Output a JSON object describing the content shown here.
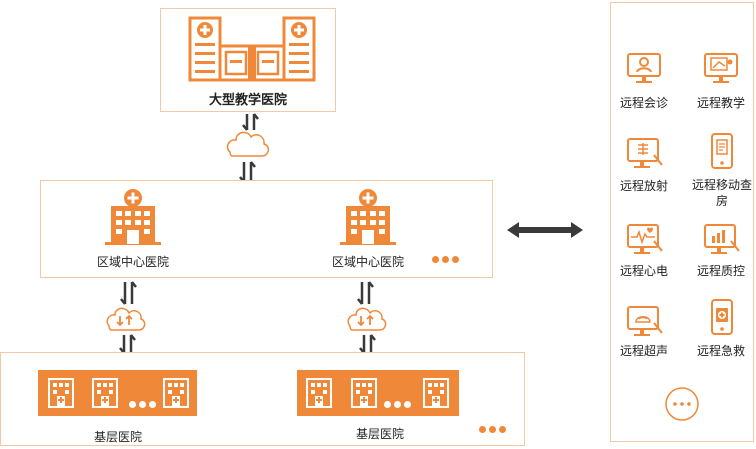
{
  "top_hospital": {
    "label": "大型教学医院"
  },
  "regional": {
    "label_1": "区域中心医院",
    "label_2": "区域中心医院"
  },
  "basic": {
    "label_1": "基层医院",
    "label_2": "基层医院"
  },
  "services": [
    {
      "label": "远程会诊",
      "icon": "monitor-person-icon"
    },
    {
      "label": "远程教学",
      "icon": "monitor-teach-icon"
    },
    {
      "label": "远程放射",
      "icon": "monitor-xray-icon"
    },
    {
      "label": "远程移动查房",
      "icon": "mobile-ward-icon"
    },
    {
      "label": "远程心电",
      "icon": "monitor-ecg-icon"
    },
    {
      "label": "远程质控",
      "icon": "monitor-chart-icon"
    },
    {
      "label": "远程超声",
      "icon": "monitor-ultrasound-icon"
    },
    {
      "label": "远程急救",
      "icon": "mobile-first-aid-icon"
    }
  ],
  "colors": {
    "accent": "#f0883a",
    "border": "#f2c9a4",
    "dark_arrow": "#3a3a3a"
  }
}
